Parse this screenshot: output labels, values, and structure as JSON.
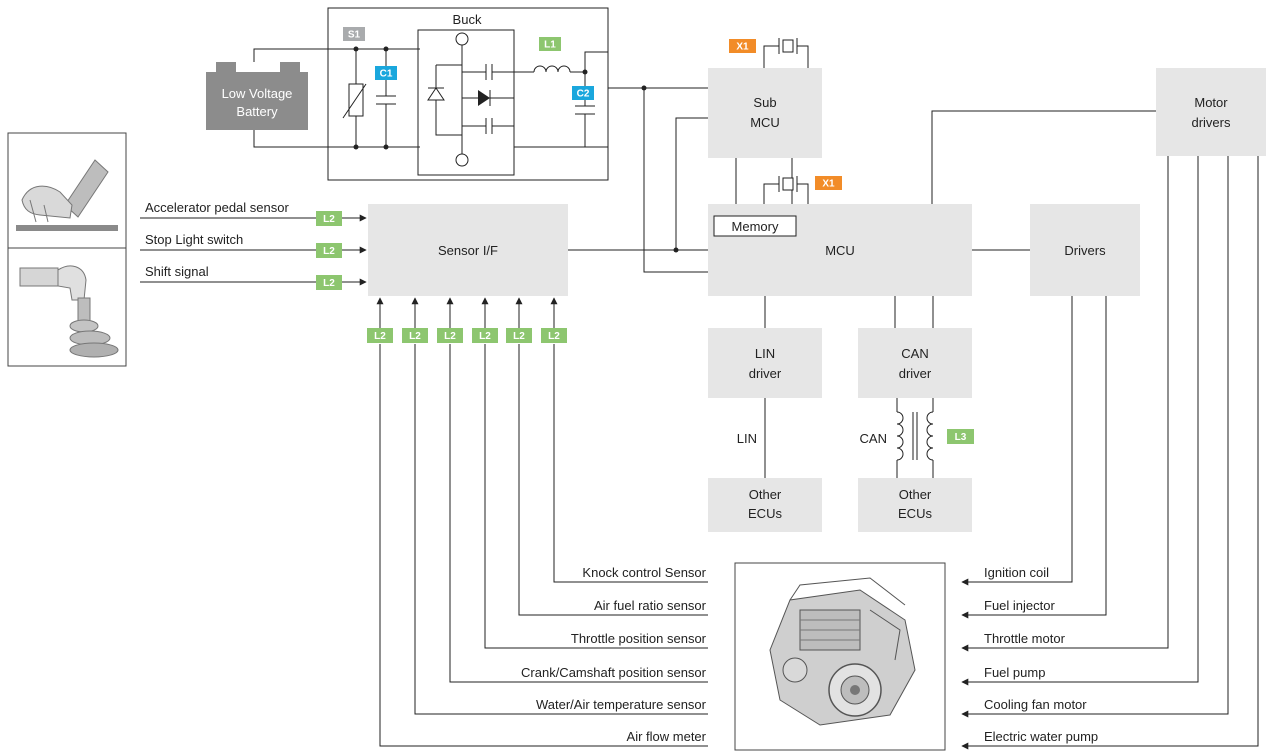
{
  "colors": {
    "box_fill": "#e6e6e6",
    "battery_fill": "#8c8c8c",
    "badge_green": "#8dc66f",
    "badge_blue": "#1aa7dd",
    "badge_orange": "#f28c28",
    "badge_gray": "#a9abad",
    "line": "#222222"
  },
  "icons": {
    "pedal": "accelerator-pedal-icon",
    "shifter": "gear-shifter-icon",
    "engine": "engine-icon",
    "crystal": "crystal-oscillator-icon"
  },
  "power": {
    "battery_line1": "Low Voltage",
    "battery_line2": "Battery",
    "buck": "Buck",
    "s1": "S1",
    "c1": "C1",
    "c2": "C2",
    "l1": "L1"
  },
  "blocks": {
    "sub_mcu_1": "Sub",
    "sub_mcu_2": "MCU",
    "mcu": "MCU",
    "memory": "Memory",
    "sensor_if": "Sensor I/F",
    "drivers": "Drivers",
    "motor_drivers_1": "Motor",
    "motor_drivers_2": "drivers",
    "lin_driver_1": "LIN",
    "lin_driver_2": "driver",
    "can_driver_1": "CAN",
    "can_driver_2": "driver",
    "other_ecus_1": "Other",
    "other_ecus_2": "ECUs"
  },
  "buses": {
    "lin": "LIN",
    "can": "CAN"
  },
  "badges": {
    "x1": "X1",
    "l2": "L2",
    "l3": "L3"
  },
  "inputs_left": [
    "Accelerator pedal sensor",
    "Stop Light switch",
    "Shift signal"
  ],
  "sensors": [
    "Knock control Sensor",
    "Air fuel ratio sensor",
    "Throttle position sensor",
    "Crank/Camshaft position sensor",
    "Water/Air temperature sensor",
    "Air flow meter"
  ],
  "actuators": [
    "Ignition coil",
    "Fuel injector",
    "Throttle motor",
    "Fuel pump",
    "Cooling fan motor",
    "Electric water pump"
  ]
}
